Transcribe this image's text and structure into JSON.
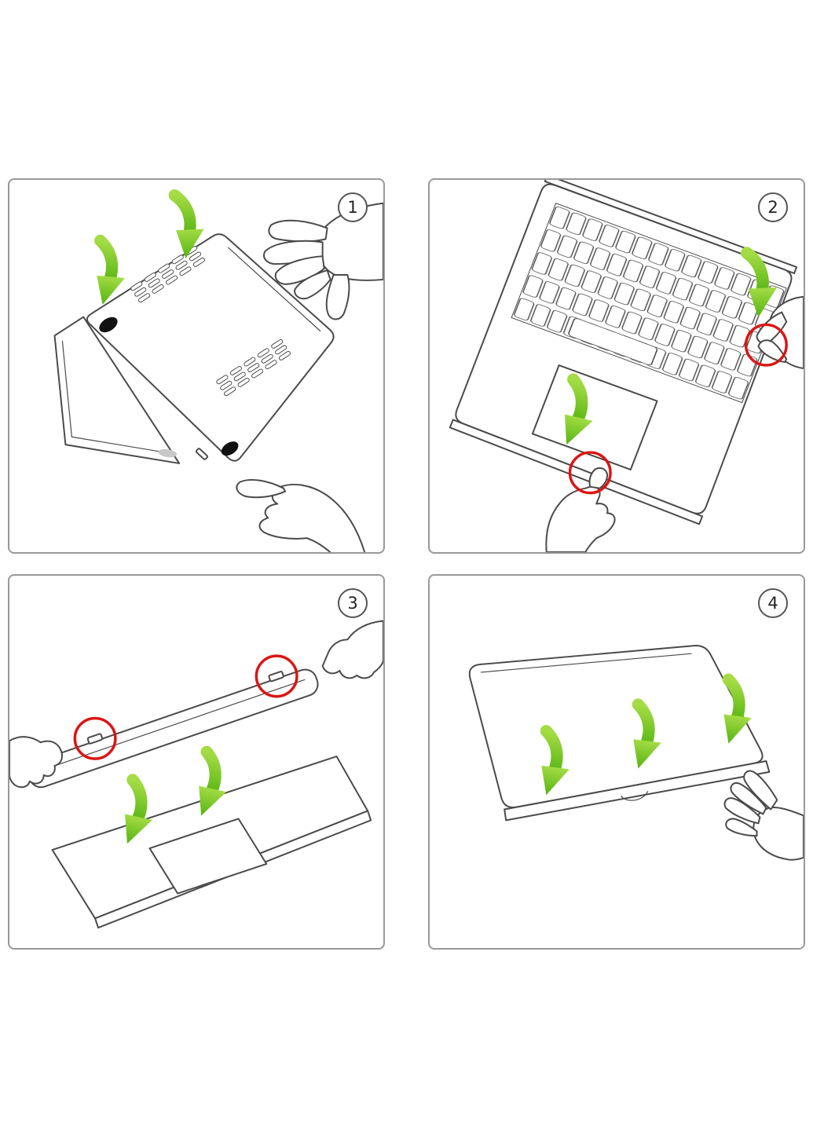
{
  "panels": [
    {
      "number": "1"
    },
    {
      "number": "2"
    },
    {
      "number": "3"
    },
    {
      "number": "4"
    }
  ],
  "colors": {
    "background": "#ffffff",
    "line": "#4a4a4a",
    "panel-border": "#999999",
    "badge-border": "#555555",
    "arrow-green-light": "#a5dc46",
    "arrow-green-dark": "#54b410",
    "clip-red": "#dc1414",
    "foot-black": "#111111",
    "logo-gray": "#c8c8c8"
  }
}
